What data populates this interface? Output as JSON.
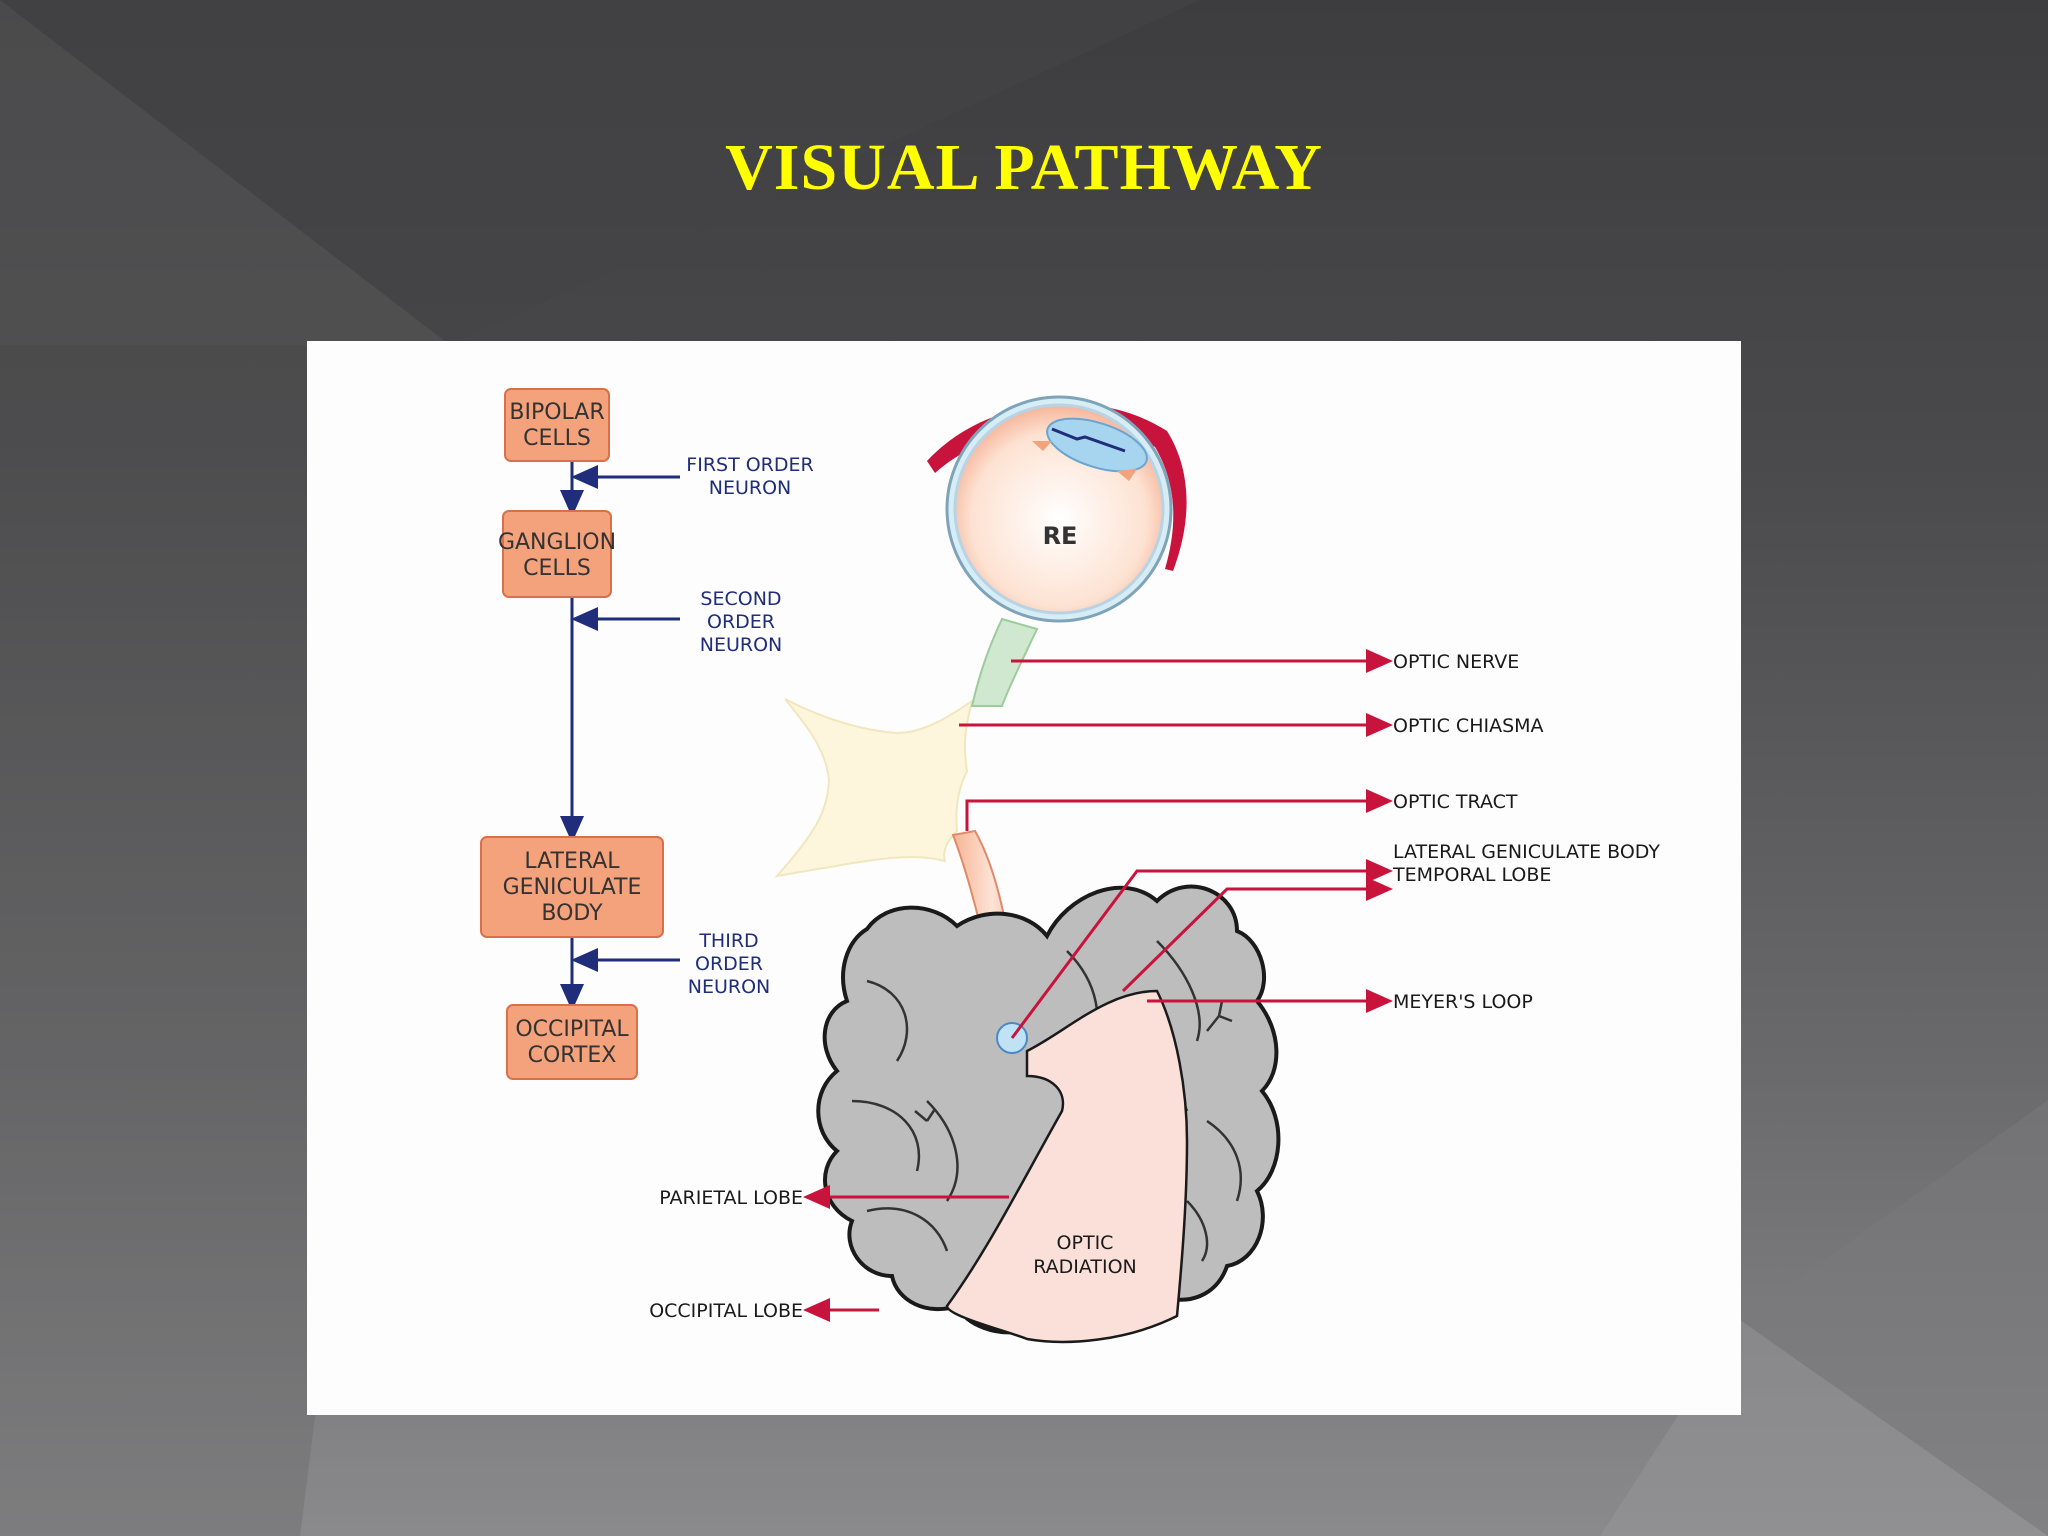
{
  "title": "VISUAL PATHWAY",
  "flow": {
    "box1": [
      "BIPOLAR",
      "CELLS"
    ],
    "neuron1": [
      "FIRST ORDER",
      "NEURON"
    ],
    "box2": [
      "GANGLION",
      "CELLS"
    ],
    "neuron2": [
      "SECOND",
      "ORDER",
      "NEURON"
    ],
    "box3": [
      "LATERAL",
      "GENICULATE",
      "BODY"
    ],
    "neuron3": [
      "THIRD",
      "ORDER",
      "NEURON"
    ],
    "box4": [
      "OCCIPITAL",
      "CORTEX"
    ]
  },
  "anatomy": {
    "eye_label": "RE",
    "optic_radiation": [
      "OPTIC",
      "RADIATION"
    ],
    "right_labels": [
      "OPTIC NERVE",
      "OPTIC CHIASMA",
      "OPTIC TRACT",
      "LATERAL GENICULATE BODY",
      "TEMPORAL LOBE",
      "MEYER'S LOOP"
    ],
    "left_labels": [
      "PARIETAL LOBE",
      "OCCIPITAL LOBE"
    ]
  },
  "colors": {
    "title": "#ffff00",
    "box_fill": "#f4a27c",
    "box_stroke": "#d9704a",
    "flow_arrow": "#1f2d7a",
    "pointer_arrow": "#c8143c",
    "brain": "#bdbdbd"
  }
}
